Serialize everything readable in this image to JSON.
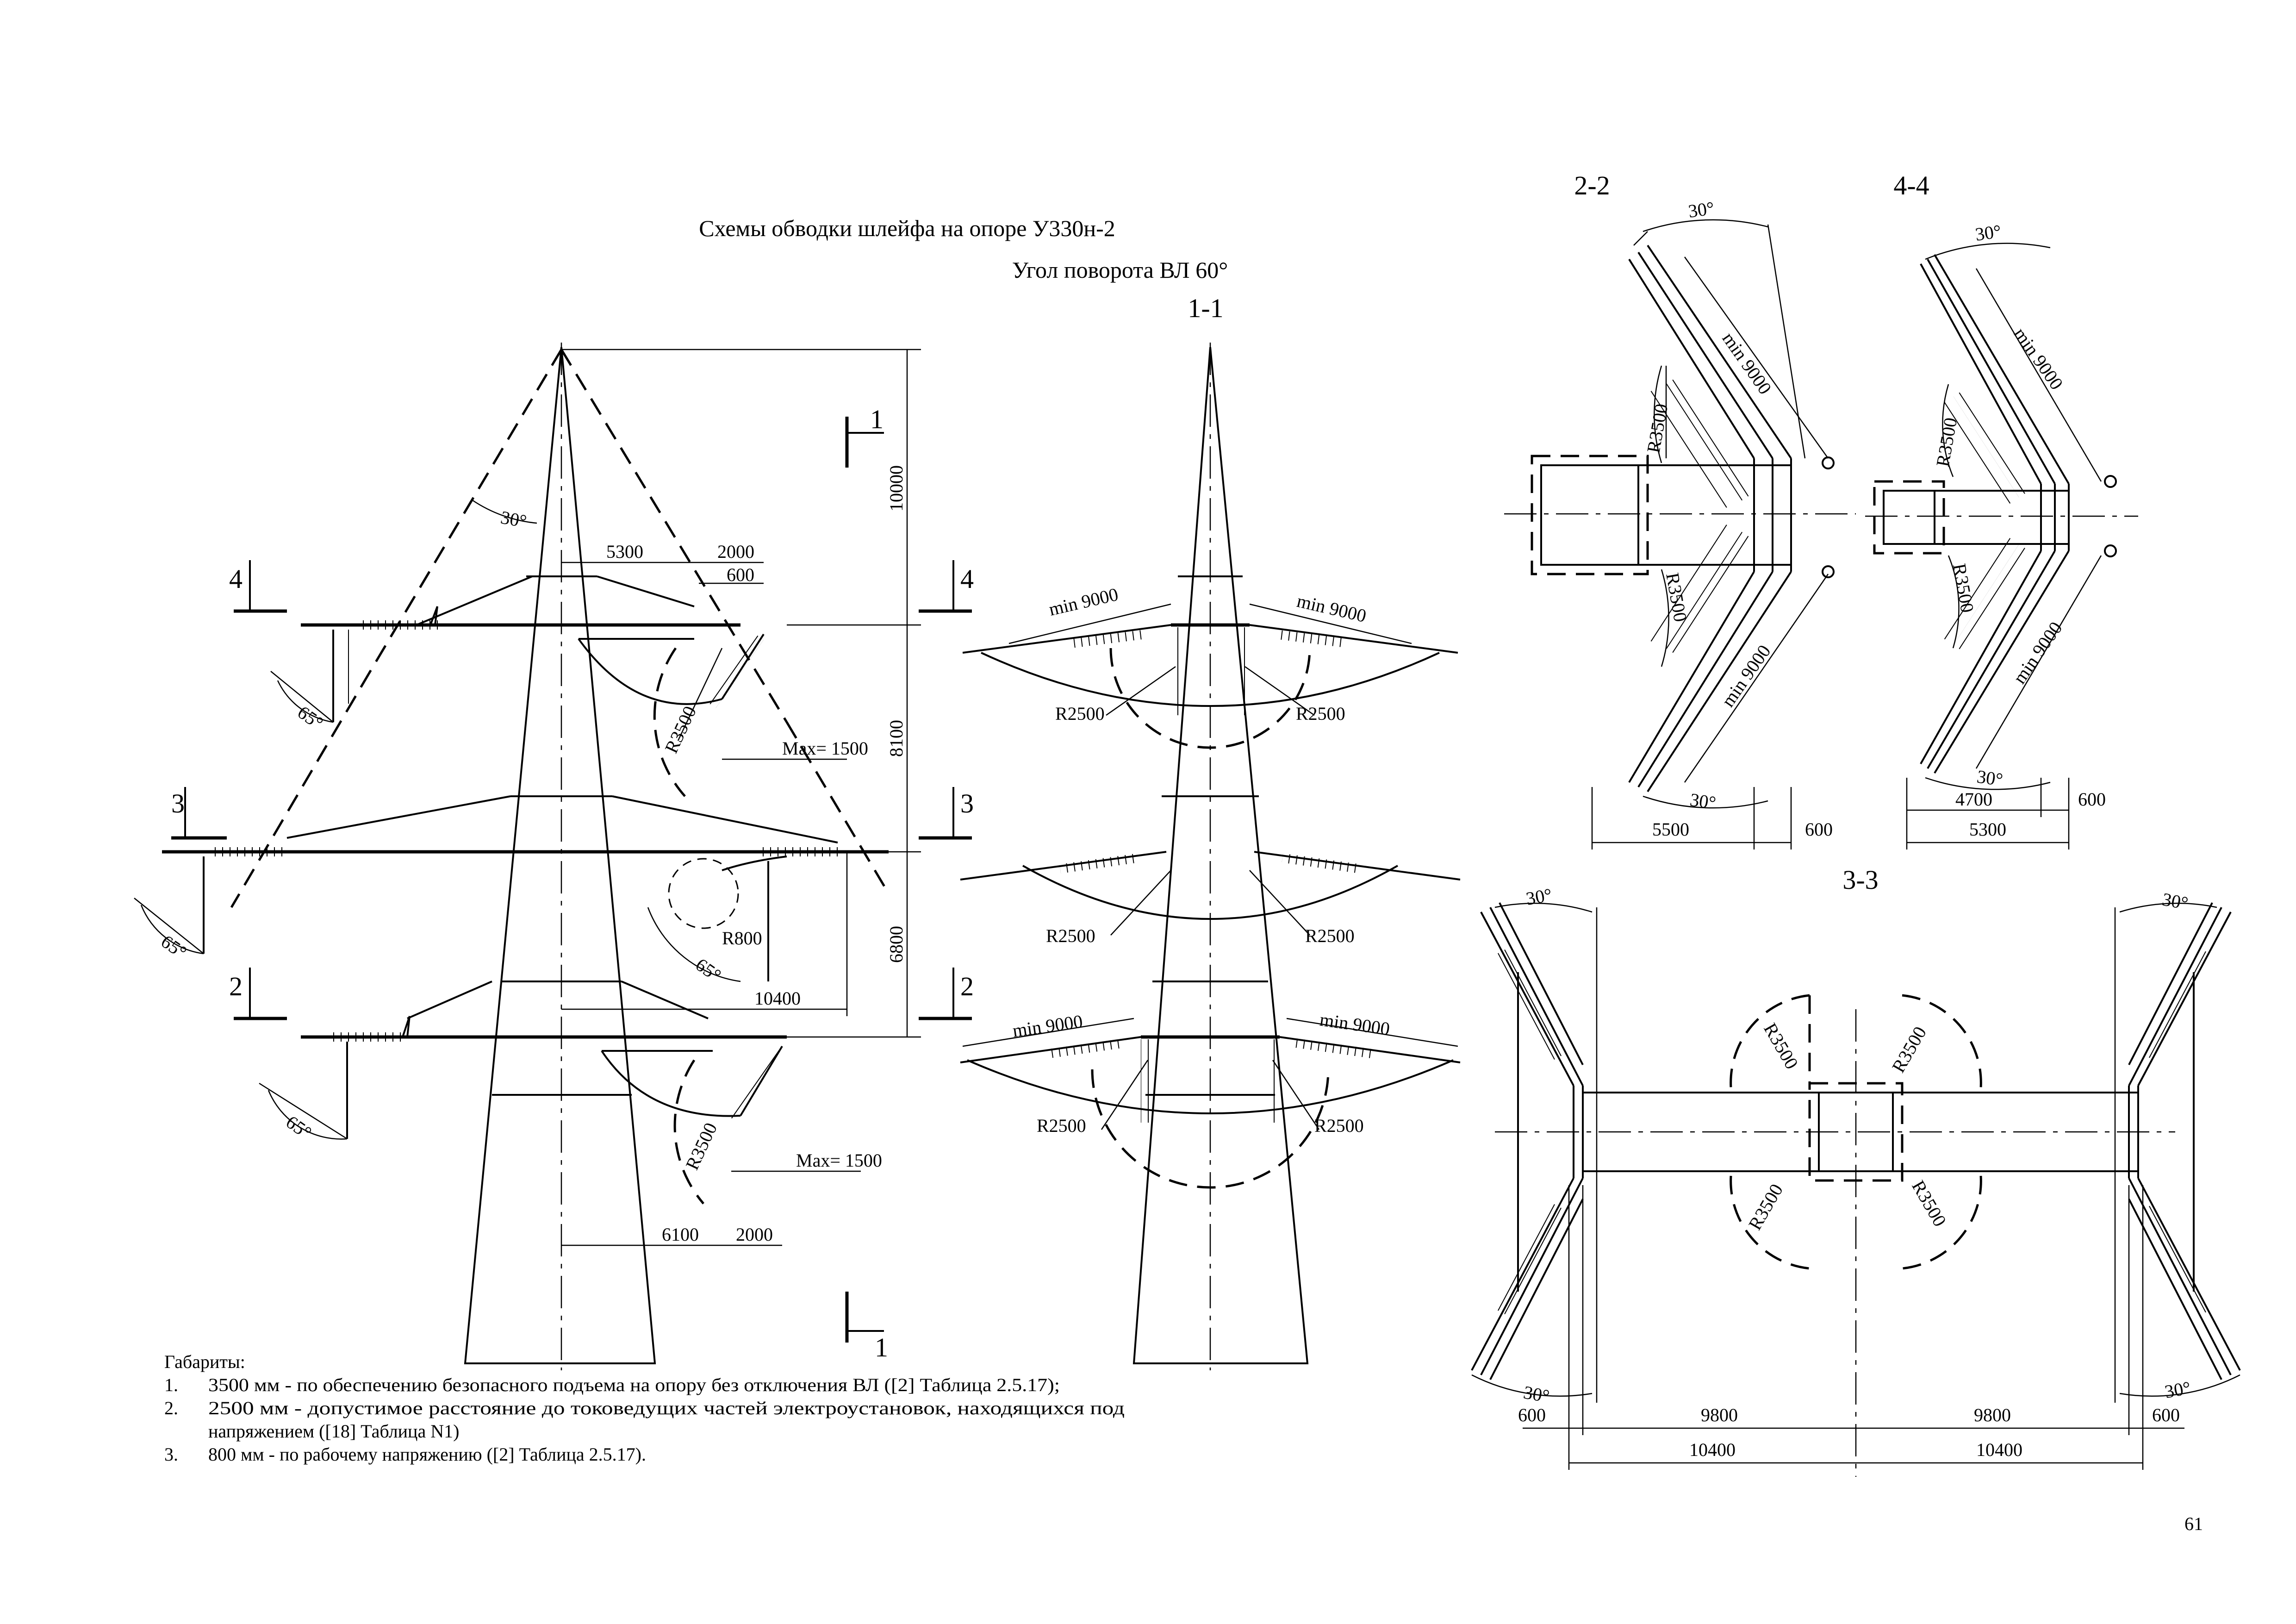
{
  "title": {
    "line1": "Схемы обводки шлейфа на опоре У330н-2",
    "line2": "Угол поворота ВЛ 60°"
  },
  "sections": {
    "s11": "1-1",
    "s22": "2-2",
    "s33": "3-3",
    "s44": "4-4"
  },
  "cut_marks": {
    "c1": "1",
    "c2": "2",
    "c3": "3",
    "c4": "4"
  },
  "front_view": {
    "dims": {
      "d10000": "10000",
      "d8100": "8100",
      "d6800": "6800",
      "d5300": "5300",
      "d2000a": "2000",
      "d600": "600",
      "d6100": "6100",
      "d2000b": "2000",
      "d10400": "10400",
      "max1500a": "Max= 1500",
      "max1500b": "Max= 1500",
      "r3500a": "R3500",
      "r3500b": "R3500",
      "r800": "R800"
    },
    "angles": {
      "a30": "30°",
      "a65a": "65°",
      "a65b": "65°",
      "a65c": "65°",
      "a65d": "65°"
    }
  },
  "side_view": {
    "min9000": [
      "min 9000",
      "min 9000",
      "min 9000",
      "min 9000"
    ],
    "r2500": [
      "R2500",
      "R2500",
      "R2500",
      "R2500",
      "R2500",
      "R2500"
    ]
  },
  "plan_22": {
    "a30top": "30°",
    "a30bot": "30°",
    "min9000top": "min 9000",
    "min9000bot": "min 9000",
    "r3500top": "R3500",
    "r3500bot": "R3500",
    "d5500": "5500",
    "d600": "600"
  },
  "plan_44": {
    "a30top": "30°",
    "a30bot": "30°",
    "min9000top": "min 9000",
    "min9000bot": "min 9000",
    "r3500top": "R3500",
    "r3500bot": "R3500",
    "d4700": "4700",
    "d600": "600",
    "d5300": "5300"
  },
  "plan_33": {
    "a30": [
      "30°",
      "30°",
      "30°",
      "30°"
    ],
    "r3500": [
      "R3500",
      "R3500",
      "R3500",
      "R3500"
    ],
    "d600l": "600",
    "d9800l": "9800",
    "d9800r": "9800",
    "d600r": "600",
    "d10400l": "10400",
    "d10400r": "10400"
  },
  "notes": {
    "heading": "Габариты:",
    "items": [
      {
        "num": "1.",
        "text": "3500 мм - по обеспечению безопасного подъема на опору без отключения ВЛ ([2] Таблица 2.5.17);"
      },
      {
        "num": "2.",
        "text": "2500 мм - допустимое расстояние до токоведущих частей электроустановок, находящихся под"
      },
      {
        "num": "",
        "text": "напряжением ([18] Таблица N1)"
      },
      {
        "num": "3.",
        "text": "800 мм - по рабочему напряжению ([2] Таблица 2.5.17)."
      }
    ]
  },
  "page_number": "61"
}
